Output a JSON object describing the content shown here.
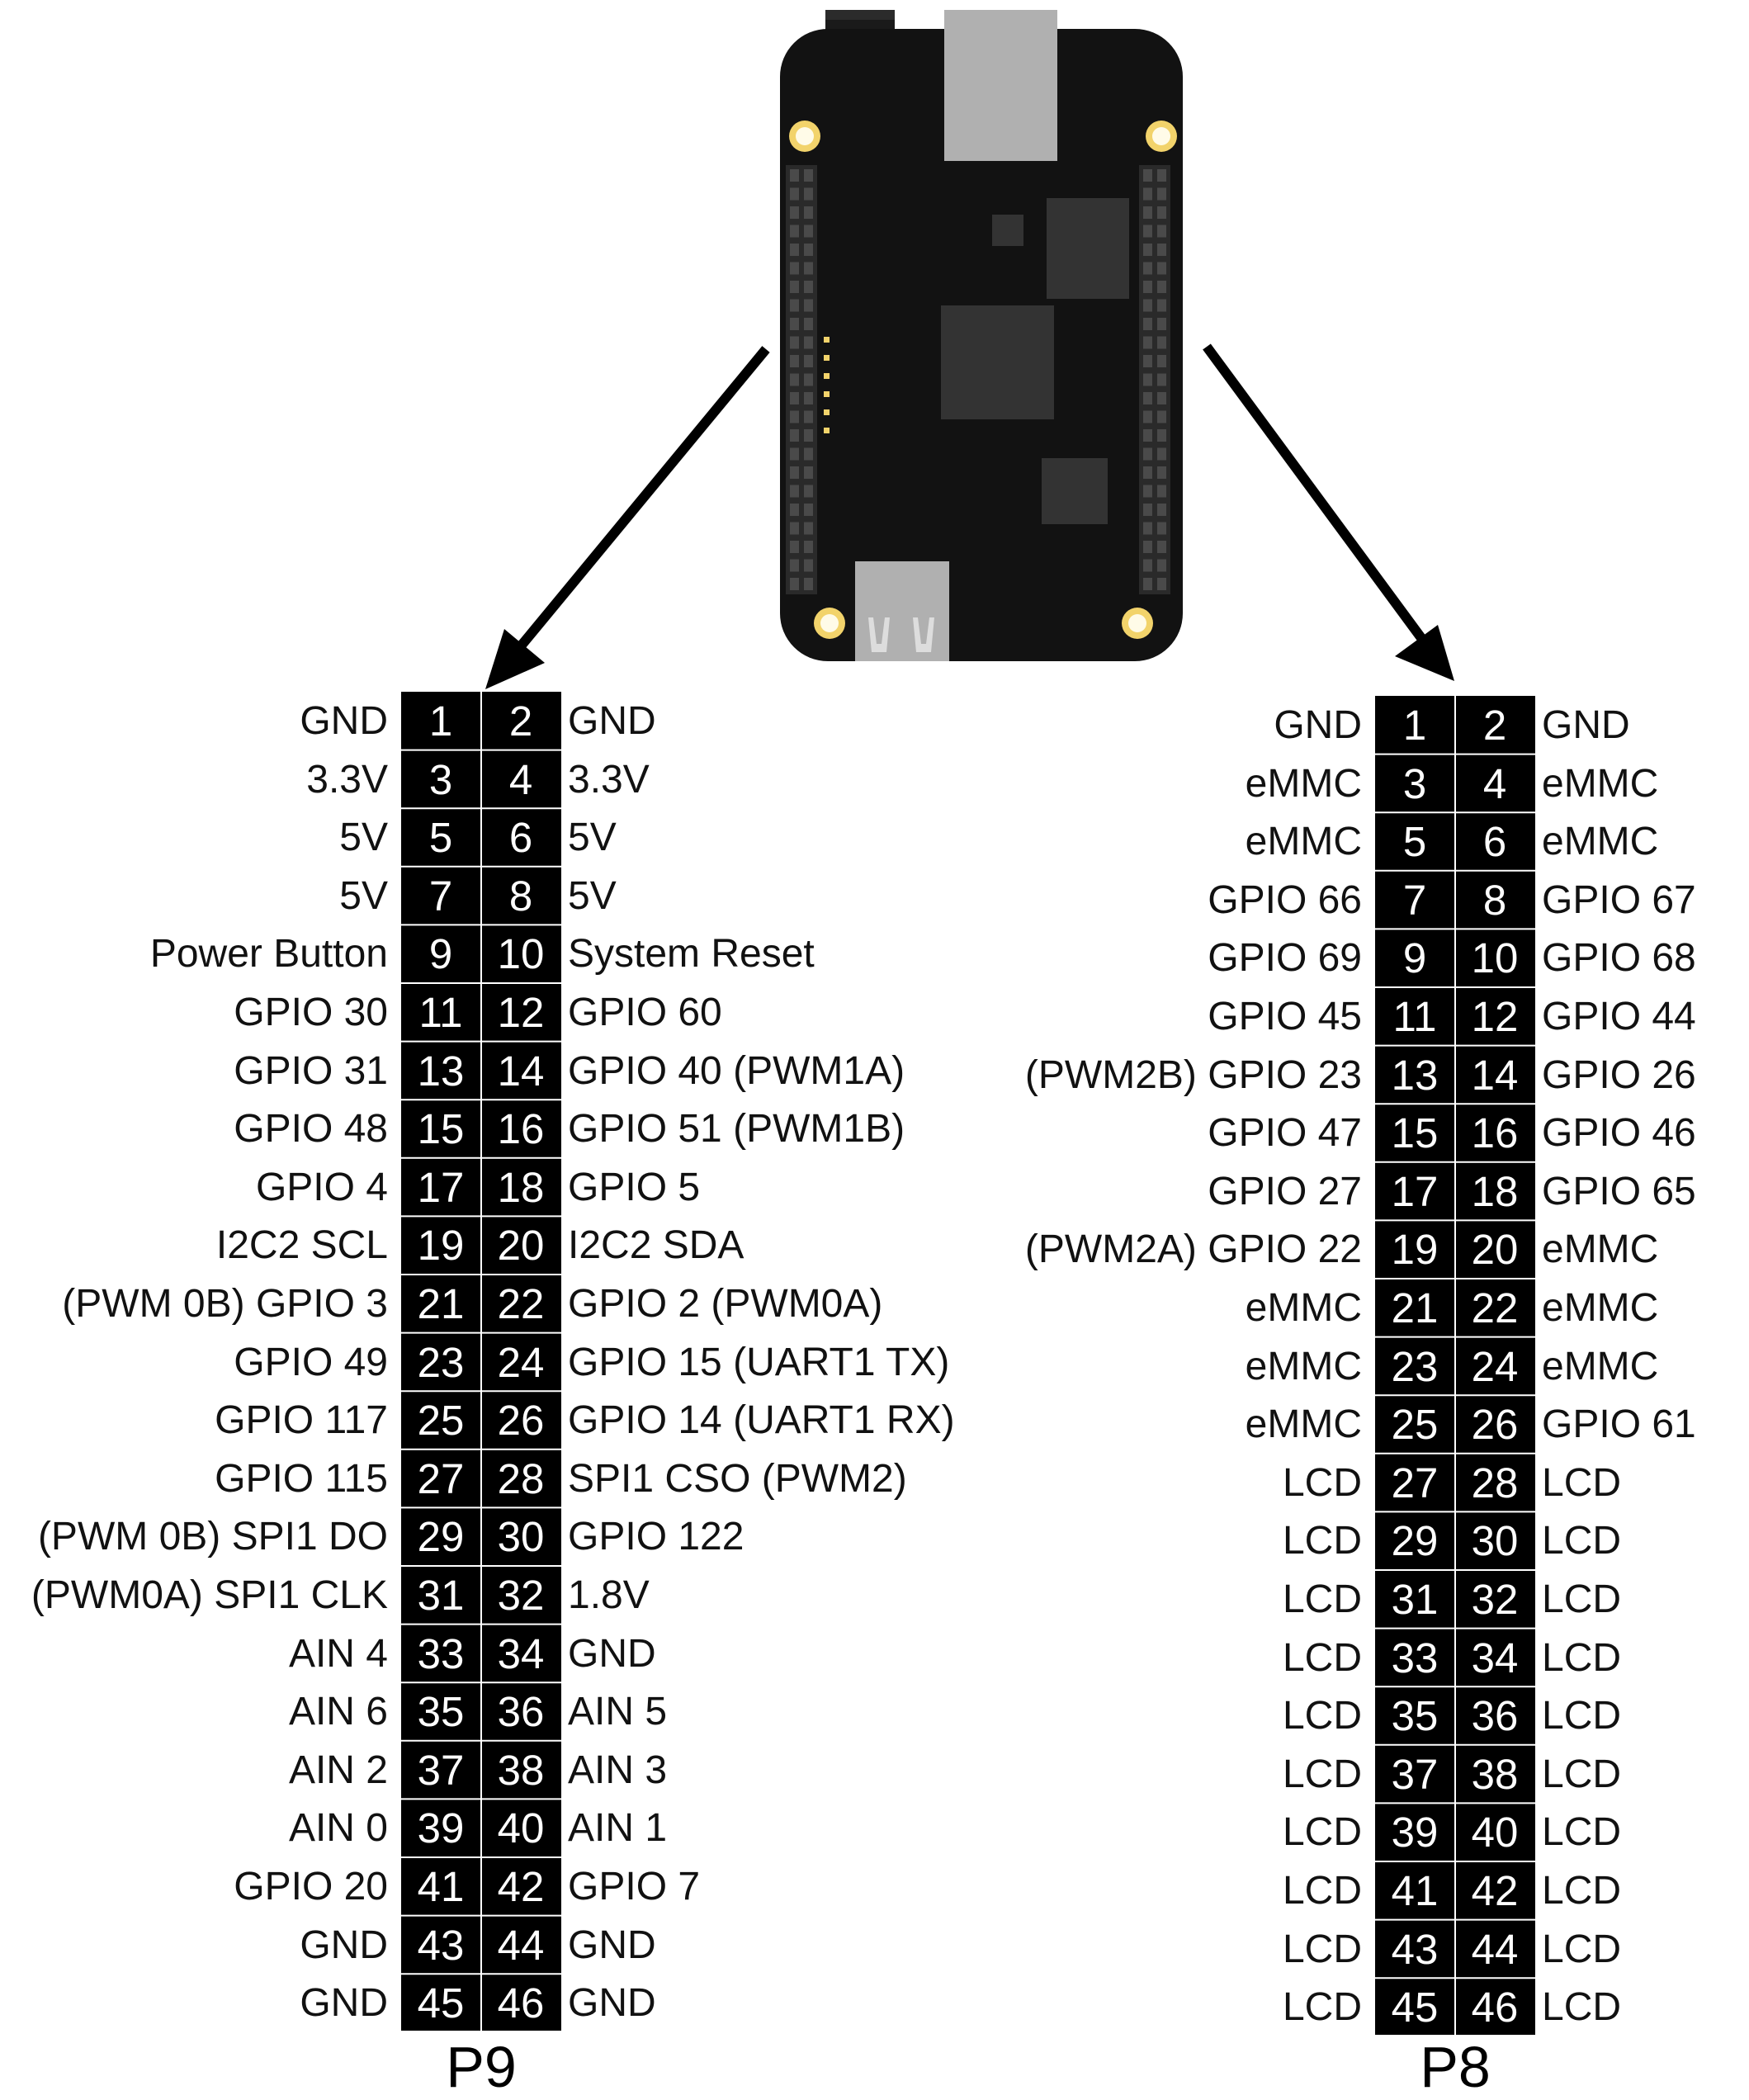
{
  "board": {
    "colors": {
      "pcb": "#121212",
      "connector": "#b0b0b0",
      "chip": "#333333",
      "hole_ring": "#f2d36b",
      "label_text": "#111111",
      "header": "#000000",
      "pin_text": "#ffffff"
    }
  },
  "headers": [
    {
      "name": "P9",
      "pins": [
        [
          "GND",
          "GND"
        ],
        [
          "3.3V",
          "3.3V"
        ],
        [
          "5V",
          "5V"
        ],
        [
          "5V",
          "5V"
        ],
        [
          "Power Button",
          "System Reset"
        ],
        [
          "GPIO 30",
          "GPIO 60"
        ],
        [
          "GPIO 31",
          "GPIO 40 (PWM1A)"
        ],
        [
          "GPIO 48",
          "GPIO 51 (PWM1B)"
        ],
        [
          "GPIO 4",
          "GPIO 5"
        ],
        [
          "I2C2 SCL",
          "I2C2 SDA"
        ],
        [
          "(PWM 0B) GPIO 3",
          "GPIO 2 (PWM0A)"
        ],
        [
          "GPIO 49",
          "GPIO 15 (UART1 TX)"
        ],
        [
          "GPIO 117",
          "GPIO 14 (UART1 RX)"
        ],
        [
          "GPIO 115",
          "SPI1 CSO (PWM2)"
        ],
        [
          "(PWM 0B) SPI1 DO",
          "GPIO 122"
        ],
        [
          "(PWM0A) SPI1 CLK",
          "1.8V"
        ],
        [
          "AIN 4",
          "GND"
        ],
        [
          "AIN 6",
          "AIN 5"
        ],
        [
          "AIN 2",
          "AIN 3"
        ],
        [
          "AIN 0",
          "AIN 1"
        ],
        [
          "GPIO 20",
          "GPIO 7"
        ],
        [
          "GND",
          "GND"
        ],
        [
          "GND",
          "GND"
        ]
      ]
    },
    {
      "name": "P8",
      "pins": [
        [
          "GND",
          "GND"
        ],
        [
          "eMMC",
          "eMMC"
        ],
        [
          "eMMC",
          "eMMC"
        ],
        [
          "GPIO 66",
          "GPIO 67"
        ],
        [
          "GPIO 69",
          "GPIO 68"
        ],
        [
          "GPIO 45",
          "GPIO 44"
        ],
        [
          "(PWM2B) GPIO 23",
          "GPIO 26"
        ],
        [
          "GPIO 47",
          "GPIO 46"
        ],
        [
          "GPIO 27",
          "GPIO 65"
        ],
        [
          "(PWM2A) GPIO 22",
          "eMMC"
        ],
        [
          "eMMC",
          "eMMC"
        ],
        [
          "eMMC",
          "eMMC"
        ],
        [
          "eMMC",
          "GPIO 61"
        ],
        [
          "LCD",
          "LCD"
        ],
        [
          "LCD",
          "LCD"
        ],
        [
          "LCD",
          "LCD"
        ],
        [
          "LCD",
          "LCD"
        ],
        [
          "LCD",
          "LCD"
        ],
        [
          "LCD",
          "LCD"
        ],
        [
          "LCD",
          "LCD"
        ],
        [
          "LCD",
          "LCD"
        ],
        [
          "LCD",
          "LCD"
        ],
        [
          "LCD",
          "LCD"
        ]
      ]
    }
  ]
}
